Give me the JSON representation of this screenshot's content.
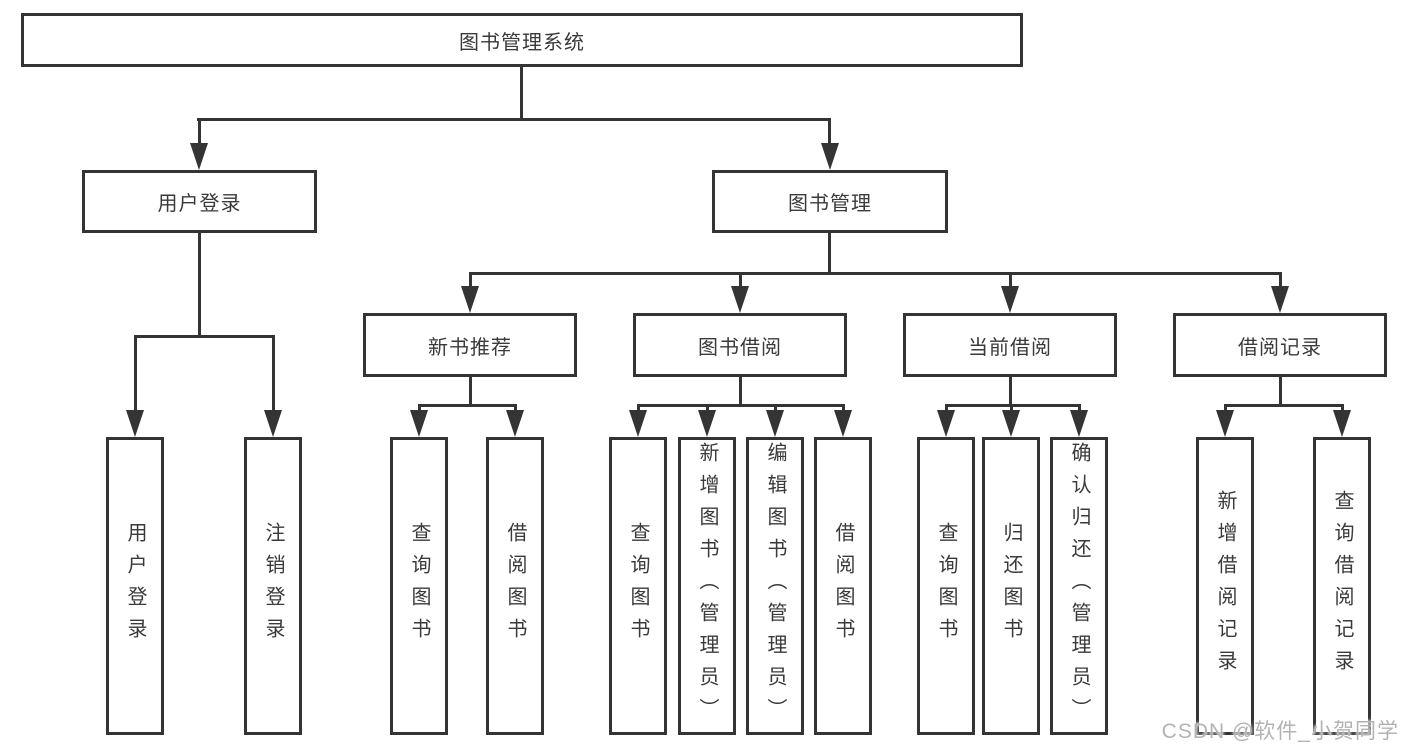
{
  "diagram": {
    "title": "图书管理系统",
    "root": {
      "label": "图书管理系统"
    },
    "level2": [
      {
        "id": "user-login",
        "label": "用户登录"
      },
      {
        "id": "book-management",
        "label": "图书管理"
      }
    ],
    "level3": [
      {
        "id": "new-book-recommend",
        "label": "新书推荐"
      },
      {
        "id": "book-borrowing",
        "label": "图书借阅"
      },
      {
        "id": "current-borrowing",
        "label": "当前借阅"
      },
      {
        "id": "borrowing-records",
        "label": "借阅记录"
      }
    ],
    "leaves": [
      {
        "parent": "用户登录",
        "label": "用户登录"
      },
      {
        "parent": "用户登录",
        "label": "注销登录"
      },
      {
        "parent": "新书推荐",
        "label": "查询图书"
      },
      {
        "parent": "新书推荐",
        "label": "借阅图书"
      },
      {
        "parent": "图书借阅",
        "label": "查询图书"
      },
      {
        "parent": "图书借阅",
        "label": "新增图书（管理员）"
      },
      {
        "parent": "图书借阅",
        "label": "编辑图书（管理员）"
      },
      {
        "parent": "图书借阅",
        "label": "借阅图书"
      },
      {
        "parent": "当前借阅",
        "label": "查询图书"
      },
      {
        "parent": "当前借阅",
        "label": "归还图书"
      },
      {
        "parent": "当前借阅",
        "label": "确认归还（管理员）"
      },
      {
        "parent": "借阅记录",
        "label": "新增借阅记录"
      },
      {
        "parent": "借阅记录",
        "label": "查询借阅记录"
      }
    ]
  },
  "watermark": {
    "text": "CSDN @软件_小贺同学"
  },
  "colors": {
    "line": "#343434",
    "text": "#3a3a3a",
    "watermark": "#b3b3b3",
    "background": "#ffffff"
  }
}
